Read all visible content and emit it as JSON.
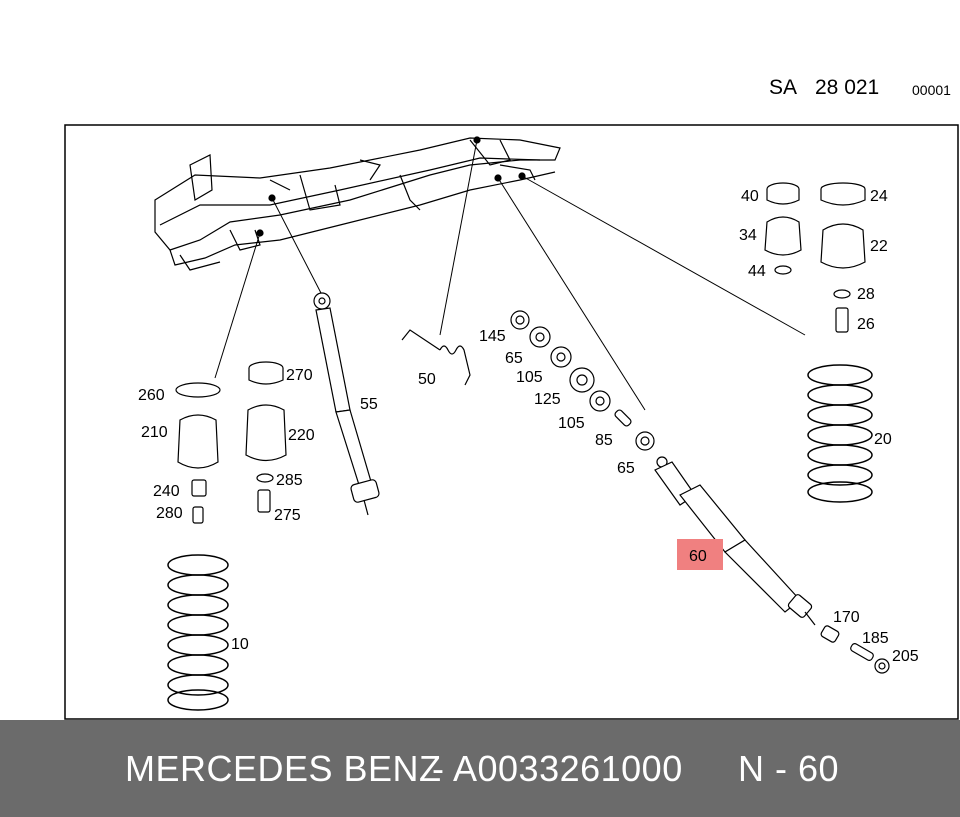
{
  "header": {
    "section": "SA",
    "group": "28 021",
    "sheet": "00001"
  },
  "diagram": {
    "highlight_label": "60",
    "highlight_color": "#f08080",
    "labels": [
      "40",
      "24",
      "34",
      "22",
      "44",
      "28",
      "26",
      "145",
      "65",
      "105",
      "125",
      "105",
      "85",
      "65",
      "50",
      "55",
      "270",
      "260",
      "210",
      "220",
      "285",
      "240",
      "275",
      "280",
      "10",
      "20",
      "170",
      "185",
      "205"
    ]
  },
  "footer": {
    "brand": "MERCEDES BENZ",
    "separator": "-",
    "part_number": "A0033261000",
    "position": "N - 60",
    "background": "#6b6b6b"
  }
}
